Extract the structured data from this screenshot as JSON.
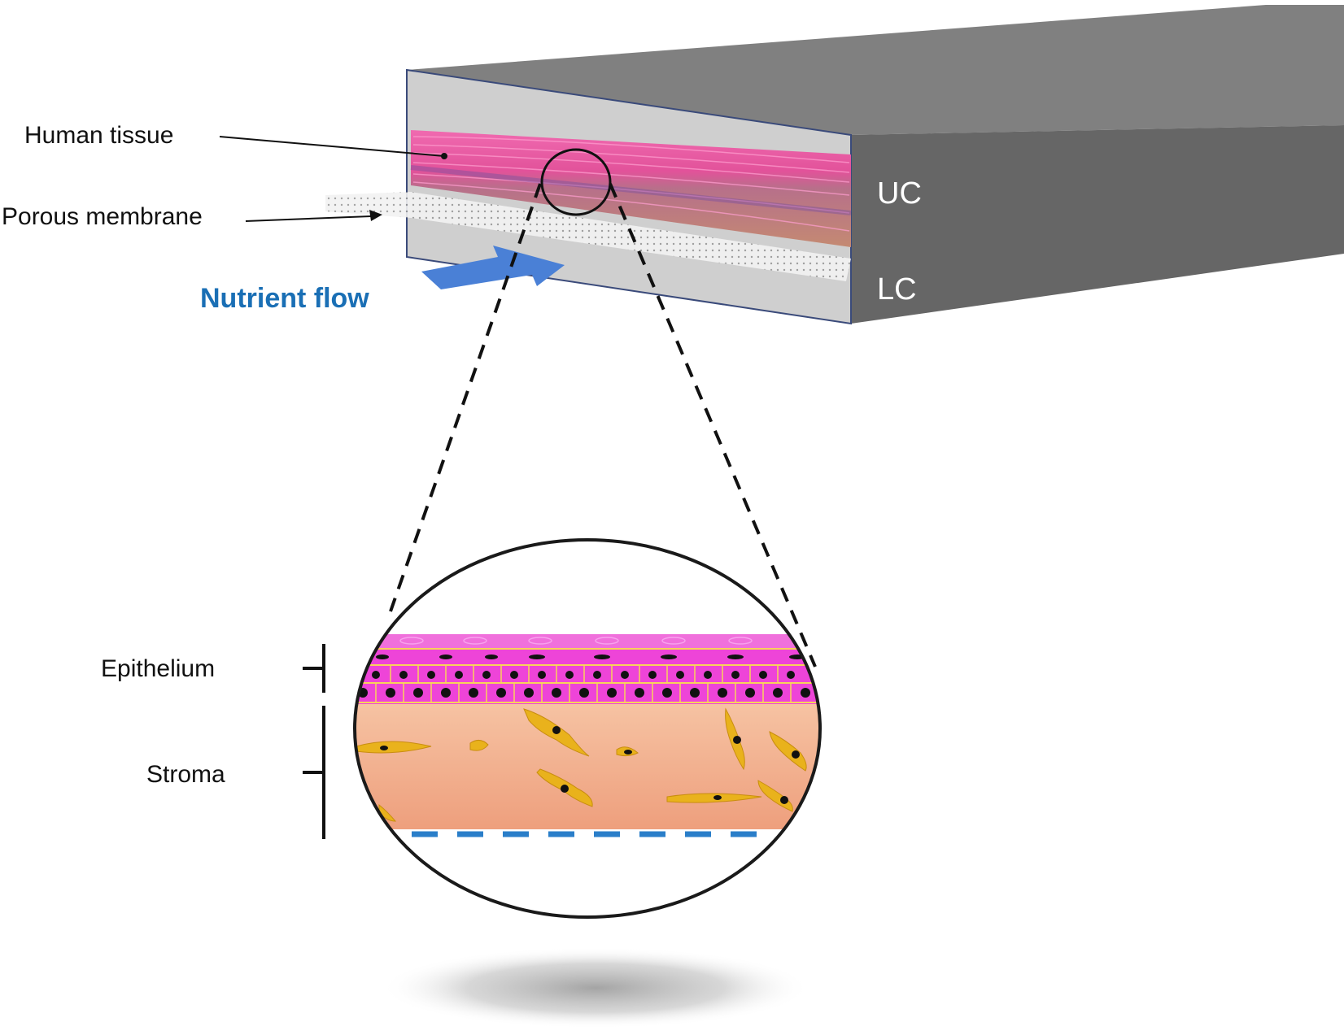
{
  "labels": {
    "human_tissue": "Human tissue",
    "porous_membrane": "Porous membrane",
    "nutrient_flow": "Nutrient flow",
    "upper_chamber": "UC",
    "lower_chamber": "LC",
    "epithelium": "Epithelium",
    "stroma": "Stroma"
  },
  "colors": {
    "chip_top": "#808080",
    "chip_side": "#666666",
    "chip_front": "#cfcfcf",
    "tissue_pink": "#e8559c",
    "tissue_brown": "#c98a73",
    "nutrient_blue": "#1a6fb5",
    "arrow_blue": "#4a80d6",
    "epithelium_magenta": "#ee44d8",
    "stroma_peach": "#f1ad8c",
    "fibroblast_yellow": "#e9b21c",
    "membrane_dash_blue": "#2a7ec9"
  }
}
